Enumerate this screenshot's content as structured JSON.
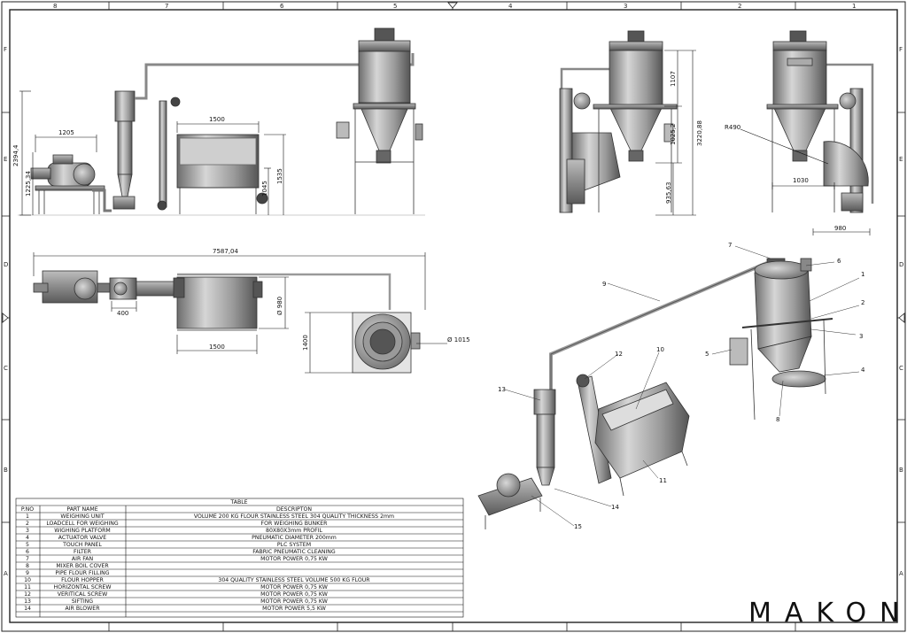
{
  "zones": {
    "columns": [
      "8",
      "7",
      "6",
      "5",
      "4",
      "3",
      "2",
      "1"
    ],
    "rows": [
      "F",
      "E",
      "D",
      "C",
      "B",
      "A"
    ]
  },
  "dimensions": {
    "d1500_top": "1500",
    "d1205": "1205",
    "d2394": "2394,4",
    "d1225": "1225,34",
    "d1045": "1045",
    "d1535": "1535",
    "d1107": "1107",
    "d1025": "1025,2",
    "d3220": "3220,88",
    "d935": "935,63",
    "r490": "R490",
    "d1030": "1030",
    "d980_side": "980",
    "d7587": "7587,04",
    "d400": "400",
    "d980_dia": "Ø 980",
    "d1500_bot": "1500",
    "d1400": "1400",
    "d1015": "Ø 1015"
  },
  "callouts": [
    "1",
    "2",
    "3",
    "4",
    "5",
    "6",
    "7",
    "8",
    "9",
    "10",
    "11",
    "12",
    "13",
    "14",
    "15"
  ],
  "table": {
    "title": "TABLE",
    "headers": [
      "P.NO",
      "PART  NAME",
      "DESCRIPTON"
    ],
    "rows": [
      [
        "1",
        "WEIGHING UNIT",
        "VOLUME 200 KG FLOUR  STAINLESS STEEL 304 QUALITY  THICKNESS 2mm"
      ],
      [
        "2",
        "LOADCELL FOR WEIGHING",
        "FOR WEIGHING BUNKER"
      ],
      [
        "3",
        "WIGHING PLATFORM",
        "80X80X3mm PROFIL"
      ],
      [
        "4",
        "ACTUATOR VALVE",
        "PNEUMATIC DIAMETER 200mm"
      ],
      [
        "5",
        "TOUCH PANEL",
        "PLC SYSTEM"
      ],
      [
        "6",
        "FILTER",
        "FABRIC PNEUMATIC CLEANING"
      ],
      [
        "7",
        "AIR FAN",
        "MOTOR POWER 0,75 KW"
      ],
      [
        "8",
        "MIXER BOIL COVER",
        ""
      ],
      [
        "9",
        "PIPE FLOUR FILLING",
        ""
      ],
      [
        "10",
        "FLOUR HOPPER",
        "304 QUALITY  STAINLESS STEEL VOLUME 500 KG FLOUR"
      ],
      [
        "11",
        "HORIZONTAL SCREW",
        "MOTOR POWER 0,75 KW"
      ],
      [
        "12",
        "VERITICAL SCREW",
        "MOTOR POWER 0,75 KW"
      ],
      [
        "13",
        "SIFTING",
        "MOTOR POWER 0,75 KW"
      ],
      [
        "14",
        "AIR BLOWER",
        "MOTOR POWER 5,5 KW"
      ]
    ]
  },
  "brand": "MAKON"
}
